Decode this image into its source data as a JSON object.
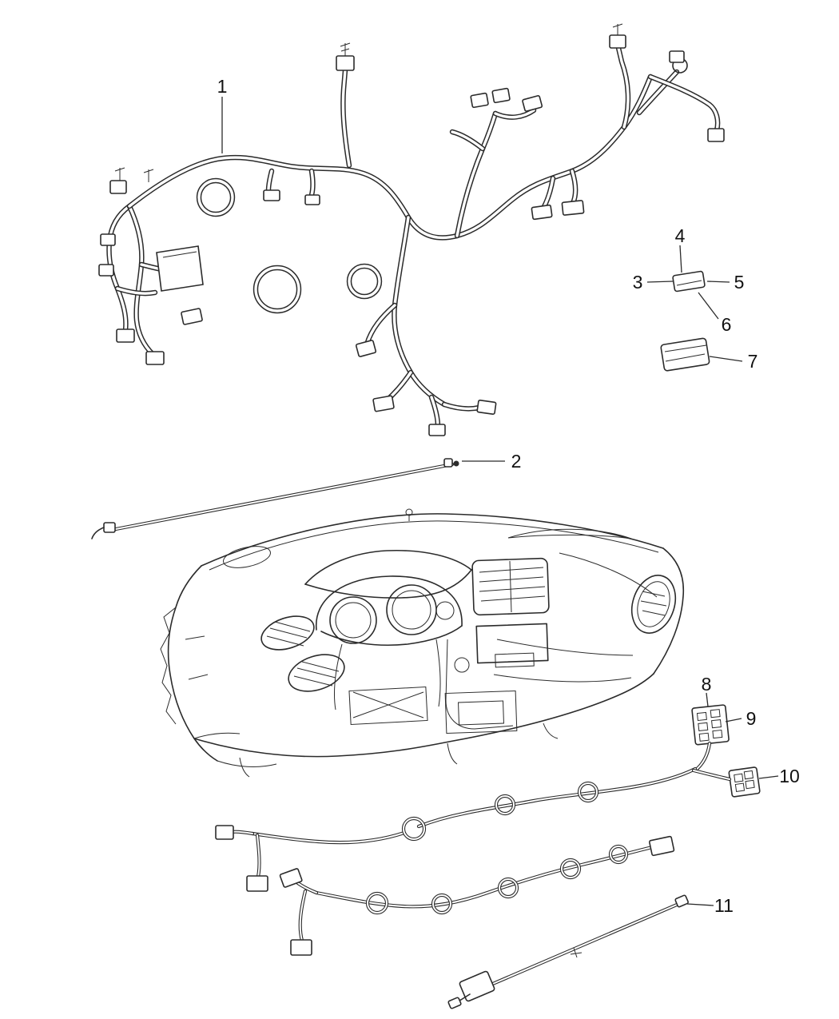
{
  "figure": {
    "kind": "exploded-parts-diagram",
    "background_color": "#ffffff",
    "line_color": "#2b2b2b",
    "callout_color": "#111111"
  },
  "callouts": {
    "c1": "1",
    "c2": "2",
    "c3": "3",
    "c4": "4",
    "c5": "5",
    "c6": "6",
    "c7": "7",
    "c8": "8",
    "c9": "9",
    "c10": "10",
    "c11": "11"
  }
}
